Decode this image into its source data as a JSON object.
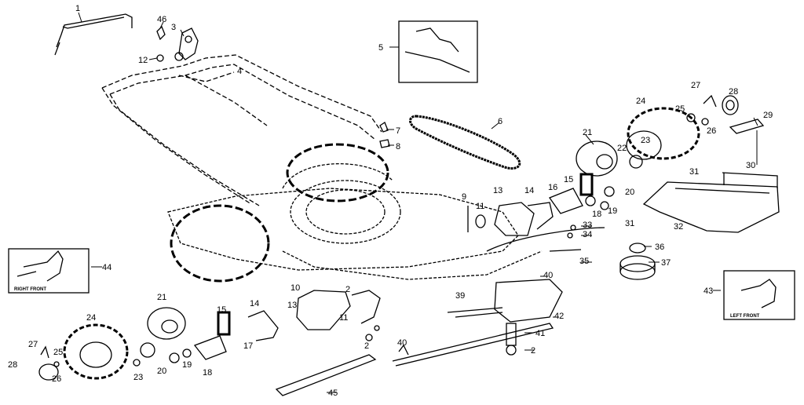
{
  "diagram": {
    "type": "exploded-parts-diagram",
    "subject": "walk-behind lawn mower",
    "inset_captions": {
      "right_front": "RIGHT FRONT",
      "left_front": "LEFT FRONT"
    },
    "part_labels": [
      {
        "id": "p1",
        "text": "1"
      },
      {
        "id": "p46",
        "text": "46"
      },
      {
        "id": "p3",
        "text": "3"
      },
      {
        "id": "p12",
        "text": "12"
      },
      {
        "id": "p4",
        "text": "4"
      },
      {
        "id": "p5",
        "text": "5"
      },
      {
        "id": "p6",
        "text": "6"
      },
      {
        "id": "p7",
        "text": "7"
      },
      {
        "id": "p8",
        "text": "8"
      },
      {
        "id": "p27a",
        "text": "27"
      },
      {
        "id": "p28a",
        "text": "28"
      },
      {
        "id": "p24a",
        "text": "24"
      },
      {
        "id": "p25a",
        "text": "25"
      },
      {
        "id": "p23a",
        "text": "23"
      },
      {
        "id": "p26a",
        "text": "26"
      },
      {
        "id": "p29",
        "text": "29"
      },
      {
        "id": "p21a",
        "text": "21"
      },
      {
        "id": "p22",
        "text": "22"
      },
      {
        "id": "p31a",
        "text": "31"
      },
      {
        "id": "p30",
        "text": "30"
      },
      {
        "id": "p15a",
        "text": "15"
      },
      {
        "id": "p16",
        "text": "16"
      },
      {
        "id": "p20a",
        "text": "20"
      },
      {
        "id": "p19a",
        "text": "19"
      },
      {
        "id": "p13a",
        "text": "13"
      },
      {
        "id": "p14a",
        "text": "14"
      },
      {
        "id": "p18a",
        "text": "18"
      },
      {
        "id": "p9",
        "text": "9"
      },
      {
        "id": "p11a",
        "text": "11"
      },
      {
        "id": "p33",
        "text": "33"
      },
      {
        "id": "p34",
        "text": "34"
      },
      {
        "id": "p31b",
        "text": "31"
      },
      {
        "id": "p32",
        "text": "32"
      },
      {
        "id": "p36",
        "text": "36"
      },
      {
        "id": "p37",
        "text": "37"
      },
      {
        "id": "p35",
        "text": "35"
      },
      {
        "id": "p44",
        "text": "44"
      },
      {
        "id": "p43",
        "text": "43"
      },
      {
        "id": "p40a",
        "text": "40"
      },
      {
        "id": "p39",
        "text": "39"
      },
      {
        "id": "p42",
        "text": "42"
      },
      {
        "id": "p41",
        "text": "41"
      },
      {
        "id": "p2a",
        "text": "2"
      },
      {
        "id": "p10",
        "text": "10"
      },
      {
        "id": "p2b",
        "text": "2"
      },
      {
        "id": "p13b",
        "text": "13"
      },
      {
        "id": "p11b",
        "text": "11"
      },
      {
        "id": "p2c",
        "text": "2"
      },
      {
        "id": "p40b",
        "text": "40"
      },
      {
        "id": "p21b",
        "text": "21"
      },
      {
        "id": "p24b",
        "text": "24"
      },
      {
        "id": "p15b",
        "text": "15"
      },
      {
        "id": "p14b",
        "text": "14"
      },
      {
        "id": "p17",
        "text": "17"
      },
      {
        "id": "p27b",
        "text": "27"
      },
      {
        "id": "p25b",
        "text": "25"
      },
      {
        "id": "p28b",
        "text": "28"
      },
      {
        "id": "p26b",
        "text": "26"
      },
      {
        "id": "p23b",
        "text": "23"
      },
      {
        "id": "p20b",
        "text": "20"
      },
      {
        "id": "p19b",
        "text": "19"
      },
      {
        "id": "p18b",
        "text": "18"
      },
      {
        "id": "p45",
        "text": "45"
      }
    ]
  }
}
